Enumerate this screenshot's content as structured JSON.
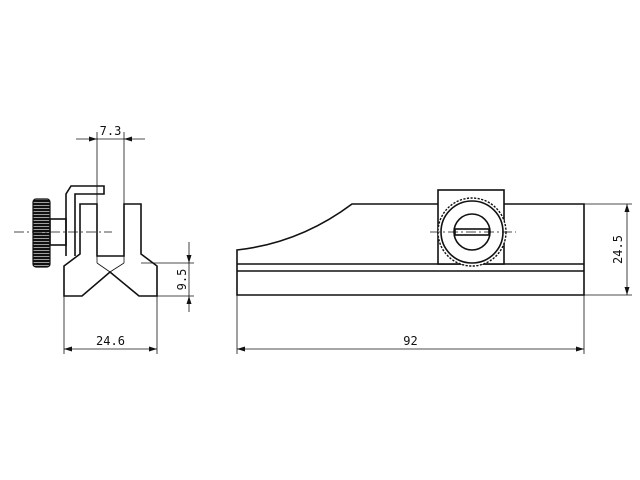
{
  "dimensions": {
    "side_gap": "7.3",
    "side_height": "9.5",
    "side_width": "24.6",
    "front_length": "92",
    "front_height": "24.5"
  },
  "colors": {
    "line": "#111111",
    "background": "#ffffff"
  }
}
